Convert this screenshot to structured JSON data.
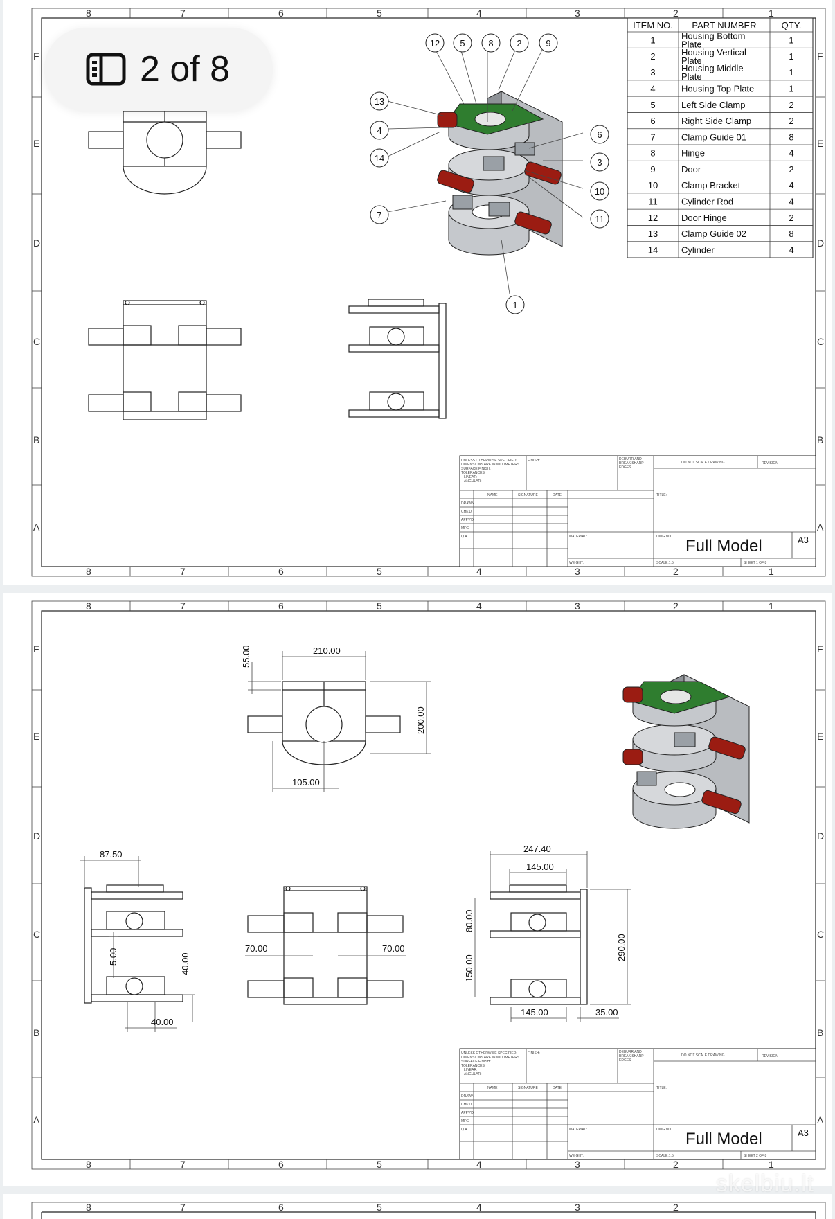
{
  "pager": {
    "label": "2 of 8"
  },
  "zones": {
    "columns": [
      "8",
      "7",
      "6",
      "5",
      "4",
      "3",
      "2",
      "1"
    ],
    "rows": [
      "F",
      "E",
      "D",
      "C",
      "B",
      "A"
    ]
  },
  "bom": {
    "headers": [
      "ITEM NO.",
      "PART NUMBER",
      "QTY."
    ],
    "rows": [
      {
        "no": "1",
        "part": [
          "Housing Bottom",
          "Plate"
        ],
        "qty": "1"
      },
      {
        "no": "2",
        "part": [
          "Housing Vertical",
          "Plate"
        ],
        "qty": "1"
      },
      {
        "no": "3",
        "part": [
          "Housing Middle",
          "Plate"
        ],
        "qty": "1"
      },
      {
        "no": "4",
        "part": [
          "Housing Top Plate"
        ],
        "qty": "1"
      },
      {
        "no": "5",
        "part": [
          "Left Side Clamp"
        ],
        "qty": "2"
      },
      {
        "no": "6",
        "part": [
          "Right Side Clamp"
        ],
        "qty": "2"
      },
      {
        "no": "7",
        "part": [
          "Clamp Guide 01"
        ],
        "qty": "8"
      },
      {
        "no": "8",
        "part": [
          "Hinge"
        ],
        "qty": "4"
      },
      {
        "no": "9",
        "part": [
          "Door"
        ],
        "qty": "2"
      },
      {
        "no": "10",
        "part": [
          "Clamp Bracket"
        ],
        "qty": "4"
      },
      {
        "no": "11",
        "part": [
          "Cylinder Rod"
        ],
        "qty": "4"
      },
      {
        "no": "12",
        "part": [
          "Door Hinge"
        ],
        "qty": "2"
      },
      {
        "no": "13",
        "part": [
          "Clamp Guide 02"
        ],
        "qty": "8"
      },
      {
        "no": "14",
        "part": [
          "Cylinder"
        ],
        "qty": "4"
      }
    ]
  },
  "balloons": [
    "12",
    "5",
    "8",
    "2",
    "9",
    "13",
    "4",
    "14",
    "7",
    "6",
    "3",
    "10",
    "11",
    "1"
  ],
  "titleblock": {
    "notes": [
      "UNLESS OTHERWISE SPECIFIED:",
      "DIMENSIONS ARE IN MILLIMETERS",
      "SURFACE FINISH:",
      "TOLERANCES:",
      "LINEAR:",
      "ANGULAR:"
    ],
    "finish": "FINISH:",
    "deburr": [
      "DEBURR AND",
      "BREAK SHARP",
      "EDGES"
    ],
    "do_not_scale": "DO NOT SCALE DRAWING",
    "revision": "REVISION",
    "cols": [
      "NAME",
      "SIGNATURE",
      "DATE"
    ],
    "rowlabels": [
      "DRAWN",
      "CHK'D",
      "APPV'D",
      "MFG",
      "Q.A"
    ],
    "title_label": "TITLE:",
    "material": "MATERIAL:",
    "dwg_no": "DWG NO.",
    "weight": "WEIGHT:",
    "scale": "SCALE:1:5",
    "size": "A3",
    "title": "Full Model",
    "sheet1": "SHEET 1 OF 8",
    "sheet2": "SHEET 2 OF 8"
  },
  "dimensions": {
    "top_w": "210.00",
    "top_h": "55.00",
    "top_side": "200.00",
    "top_r": "105.00",
    "l_w": "87.50",
    "l_5": "5.00",
    "l_40v": "40.00",
    "l_40h": "40.00",
    "f_70l": "70.00",
    "f_70r": "70.00",
    "r_247": "247.40",
    "r_145t": "145.00",
    "r_80": "80.00",
    "r_150": "150.00",
    "r_290": "290.00",
    "r_145b": "145.00",
    "r_35": "35.00"
  },
  "colors": {
    "green": "#2f7d2f",
    "red": "#9b1c12",
    "gray": "#b9bcc0",
    "dark": "#555a60"
  },
  "watermark": "skelbiu.lt"
}
